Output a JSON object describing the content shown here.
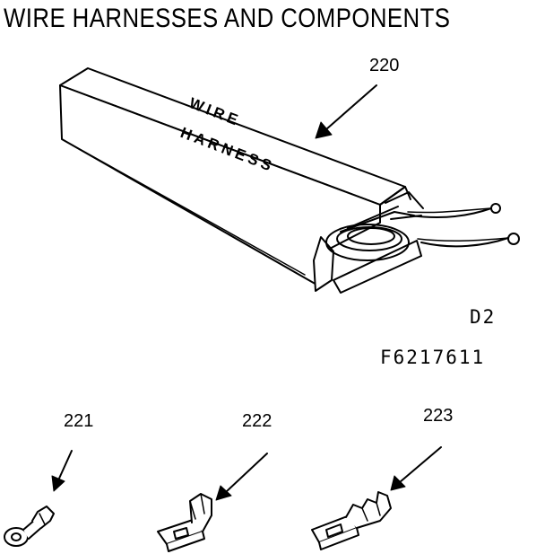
{
  "title": "WIRE HARNESSES  AND  COMPONENTS",
  "box_label": {
    "line1": "WIRE",
    "line2": "HARNESS"
  },
  "codes": {
    "diagram": "D2",
    "part": "F6217611"
  },
  "parts": [
    {
      "number": "220",
      "item": "wire-harness"
    },
    {
      "number": "221",
      "item": "ring-terminal"
    },
    {
      "number": "222",
      "item": "flag-terminal"
    },
    {
      "number": "223",
      "item": "spade-terminal"
    }
  ]
}
